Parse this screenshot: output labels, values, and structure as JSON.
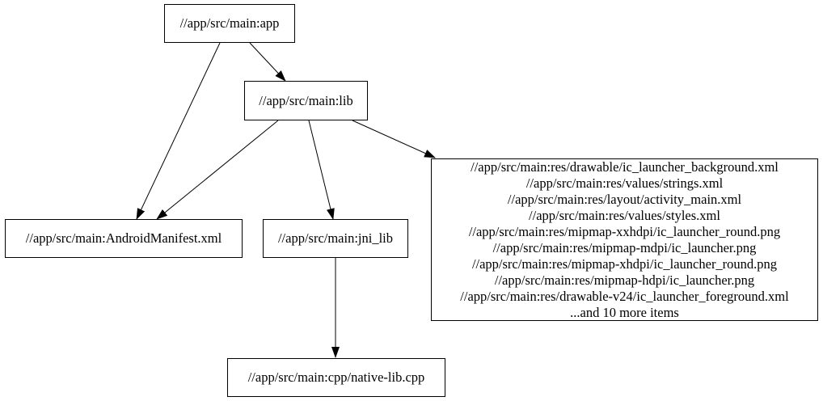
{
  "diagram": {
    "type": "dependency-graph",
    "background_color": "#ffffff",
    "node_border_color": "#000000",
    "node_fill_color": "#ffffff",
    "edge_color": "#000000",
    "text_color": "#000000",
    "nodes": {
      "app": {
        "label": "//app/src/main:app"
      },
      "lib": {
        "label": "//app/src/main:lib"
      },
      "android_manifest": {
        "label": "//app/src/main:AndroidManifest.xml"
      },
      "jni_lib": {
        "label": "//app/src/main:jni_lib"
      },
      "resources": {
        "lines": [
          "//app/src/main:res/drawable/ic_launcher_background.xml",
          "//app/src/main:res/values/strings.xml",
          "//app/src/main:res/layout/activity_main.xml",
          "//app/src/main:res/values/styles.xml",
          "//app/src/main:res/mipmap-xxhdpi/ic_launcher_round.png",
          "//app/src/main:res/mipmap-mdpi/ic_launcher.png",
          "//app/src/main:res/mipmap-xhdpi/ic_launcher_round.png",
          "//app/src/main:res/mipmap-hdpi/ic_launcher.png",
          "//app/src/main:res/drawable-v24/ic_launcher_foreground.xml",
          "...and 10 more items"
        ]
      },
      "native_lib": {
        "label": "//app/src/main:cpp/native-lib.cpp"
      }
    },
    "edges": [
      {
        "from": "app",
        "to": "lib"
      },
      {
        "from": "app",
        "to": "android_manifest"
      },
      {
        "from": "lib",
        "to": "android_manifest"
      },
      {
        "from": "lib",
        "to": "jni_lib"
      },
      {
        "from": "lib",
        "to": "resources"
      },
      {
        "from": "jni_lib",
        "to": "native_lib"
      }
    ]
  }
}
